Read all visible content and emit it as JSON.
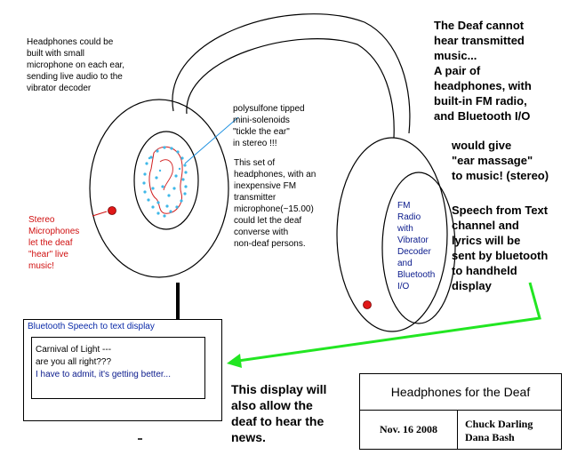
{
  "notes": {
    "headphones_mic": "Headphones could be\nbuilt with small\nmicrophone on each ear,\nsending live audio to the\nvibrator decoder",
    "solenoids": "polysulfone tipped\nmini-solenoids\n\"tickle the ear\"\nin stereo !!!",
    "fm_transmitter": "This set of\nheadphones, with an\ninexpensive FM\ntransmitter\nmicrophone(~15.00)\ncould let the deaf\nconverse with\nnon-deaf persons.",
    "stereo_mics": "Stereo\nMicrophones\nlet the deaf\n\"hear\" live\nmusic!",
    "decoder": "FM\nRadio\nwith\nVibrator\nDecoder\nand\nBluetooth\nI/O",
    "deaf_cannot_hear": "The Deaf cannot\nhear transmitted\nmusic...\nA pair of\nheadphones, with\nbuilt-in FM radio,\nand Bluetooth I/O",
    "ear_massage": "would give\n\"ear massage\"\nto music! (stereo)",
    "speech_from_text": "Speech from Text\nchannel and\nlyrics will be\nsent by bluetooth\nto handheld\ndisplay",
    "display_news": "This display will\nalso allow the\ndeaf to hear the\nnews."
  },
  "display": {
    "title": "Bluetooth Speech to text display",
    "lines": [
      "Carnival of Light ---",
      "are you all right???",
      "I have to admit, it's getting better..."
    ]
  },
  "title_block": {
    "title": "Headphones for the Deaf",
    "date": "Nov. 16 2008",
    "authors": "Chuck Darling\nDana Bash"
  },
  "colors": {
    "ink": "#000000",
    "red_dot": "#e01818",
    "arrow_green": "#22e622",
    "pointer_blue": "#1b8fe0",
    "dots_cyan": "#3fb8e8",
    "ear_outline": "#d21f1f"
  }
}
